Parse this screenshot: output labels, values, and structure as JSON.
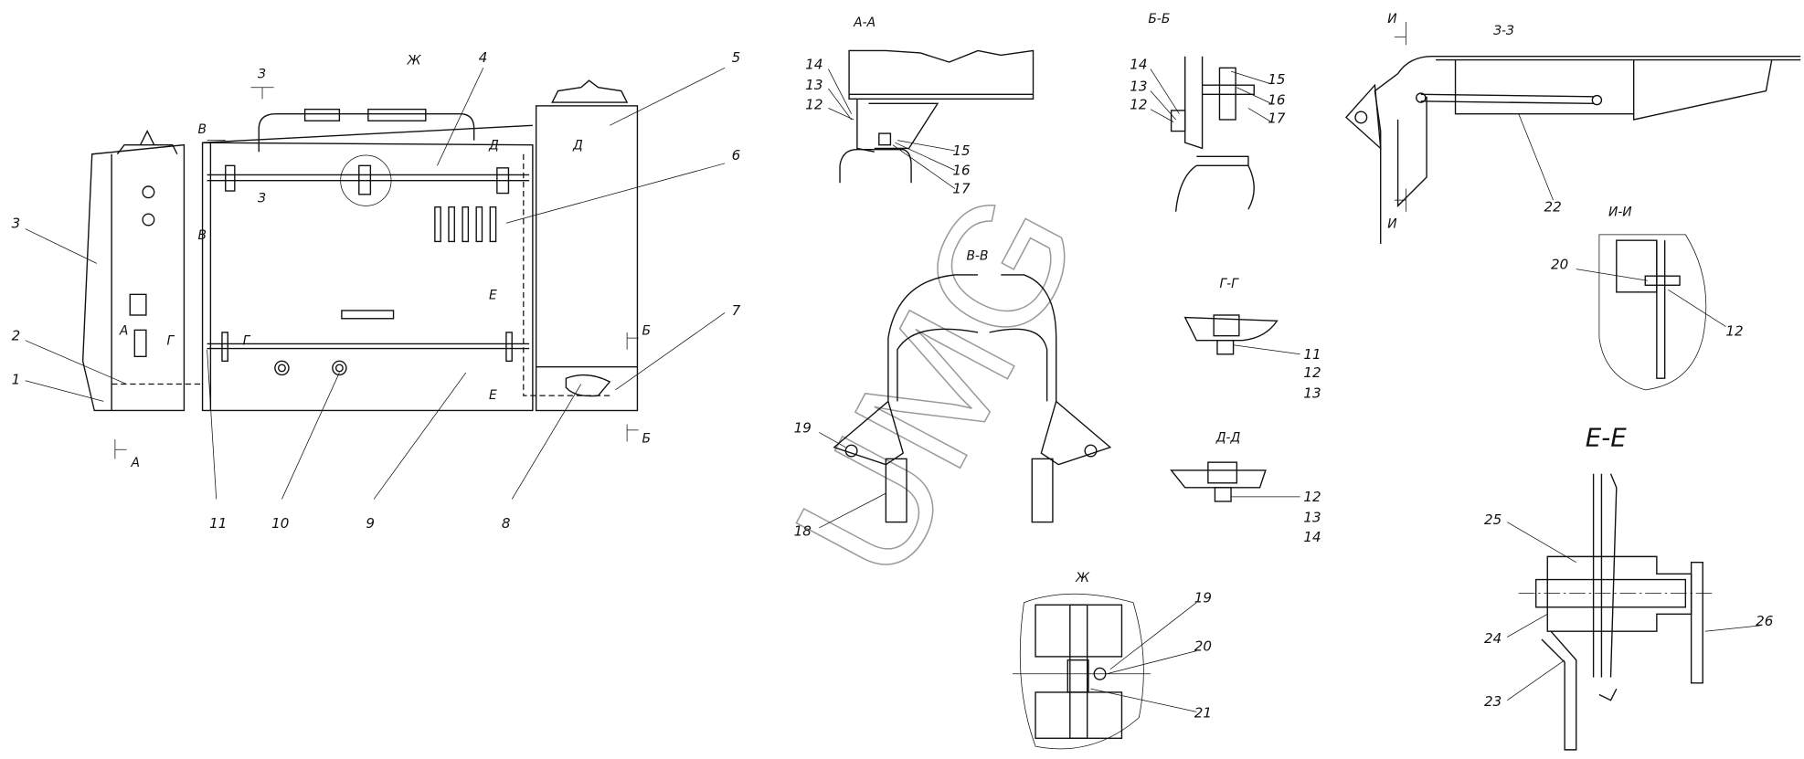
{
  "watermark": "UMG",
  "main_view": {
    "callouts": [
      "1",
      "2",
      "3",
      "4",
      "5",
      "6",
      "7",
      "8",
      "9",
      "10",
      "11"
    ],
    "section_marks": {
      "z": "З",
      "v": "В",
      "d": "Д",
      "e": "Е",
      "g": "Г",
      "a": "А",
      "b": "Б",
      "zh": "Ж",
      "i": "И"
    }
  },
  "sections": {
    "aa": {
      "title": "А-А",
      "callouts": [
        "14",
        "13",
        "12",
        "15",
        "16",
        "17"
      ]
    },
    "bb": {
      "title": "Б-Б",
      "callouts": [
        "14",
        "13",
        "12",
        "15",
        "16",
        "17"
      ]
    },
    "zz": {
      "title": "З-З",
      "callouts": [
        "22"
      ]
    },
    "ii": {
      "title": "И-И",
      "callouts": [
        "20",
        "12"
      ]
    },
    "vv": {
      "title": "В-В",
      "callouts": [
        "19",
        "18"
      ]
    },
    "gg": {
      "title": "Г-Г",
      "callouts": [
        "11",
        "12",
        "13"
      ]
    },
    "dd": {
      "title": "Д-Д",
      "callouts": [
        "12",
        "13",
        "14"
      ]
    },
    "ee": {
      "title": "Е-Е",
      "callouts": [
        "25",
        "24",
        "23",
        "26"
      ]
    },
    "zh": {
      "title": "Ж",
      "callouts": [
        "19",
        "20",
        "21"
      ]
    }
  }
}
